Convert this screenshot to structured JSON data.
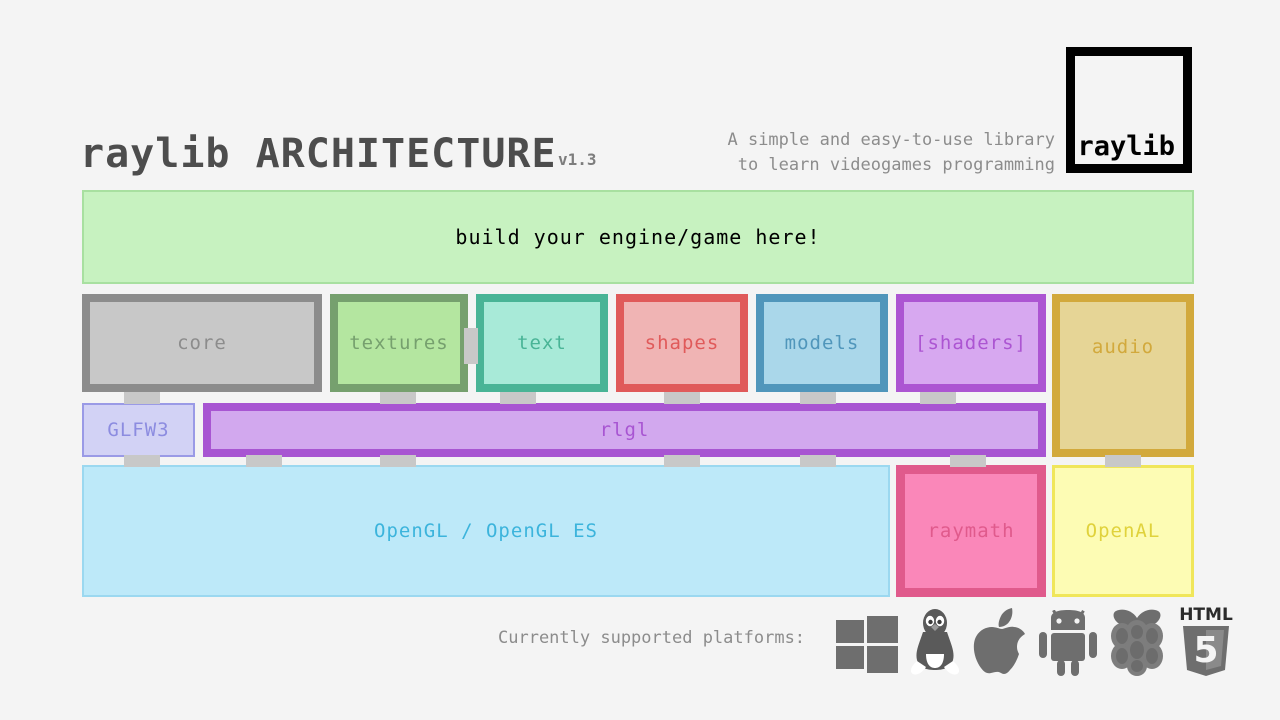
{
  "page": {
    "background": "#f4f4f4",
    "title_main": "raylib ARCHITECTURE",
    "version": "v1.3"
  },
  "header": {
    "tagline_line1": "A simple and easy-to-use library",
    "tagline_line2": "to learn videogames programming",
    "logo_text": "raylib",
    "logo_border_color": "#000000"
  },
  "banner": {
    "label": "build your engine/game here!",
    "fill": "#c7f2c0",
    "border": "#a8e0a0",
    "text_color": "#86c98a"
  },
  "modules": [
    {
      "label": "core",
      "border": "#8c8c8c",
      "fill": "#c8c8c8",
      "text": "#8c8c8c"
    },
    {
      "label": "textures",
      "border": "#76a06e",
      "fill": "#b4e6a0",
      "text": "#76a06e"
    },
    {
      "label": "text",
      "border": "#49b496",
      "fill": "#a8ead8",
      "text": "#49b496"
    },
    {
      "label": "shapes",
      "border": "#e05a5a",
      "fill": "#f0b4b4",
      "text": "#e05a5a"
    },
    {
      "label": "models",
      "border": "#5096bb",
      "fill": "#aad7ea",
      "text": "#5096bb"
    },
    {
      "label": "[shaders]",
      "border": "#ac55d2",
      "fill": "#d7a8f0",
      "text": "#ac55d2"
    },
    {
      "label": "audio",
      "border": "#d2a93c",
      "fill": "#e6d596",
      "text": "#d2a93c"
    }
  ],
  "layer_mid": [
    {
      "label": "GLFW3",
      "border": "#9a9ae6",
      "fill": "#d2d2f5",
      "text": "#8c8ce0"
    },
    {
      "label": "rlgl",
      "border": "#a855d2",
      "fill": "#d2a8ee",
      "text": "#a855d2"
    }
  ],
  "layer_bottom": [
    {
      "label": "OpenGL / OpenGL ES",
      "border": "#9bd8f0",
      "fill": "#bde9f9",
      "text": "#3cb4dc"
    },
    {
      "label": "raymath",
      "border": "#e05a8c",
      "fill": "#fa87b9",
      "text": "#e05a8c"
    },
    {
      "label": "OpenAL",
      "border": "#f0e65a",
      "fill": "#fdfcb4",
      "text": "#e0d23c"
    }
  ],
  "footer": {
    "platforms_label": "Currently supported platforms:",
    "icons": [
      {
        "name": "windows-icon",
        "title": "Windows"
      },
      {
        "name": "linux-tux-icon",
        "title": "Linux"
      },
      {
        "name": "apple-icon",
        "title": "macOS"
      },
      {
        "name": "android-icon",
        "title": "Android"
      },
      {
        "name": "raspberry-pi-icon",
        "title": "Raspberry Pi"
      },
      {
        "name": "html5-icon",
        "title": "HTML5"
      }
    ],
    "html5_word": "HTML",
    "html5_digit": "5",
    "icon_color": "#6e6e6e"
  },
  "connectors": {
    "color": "#c8c8c8",
    "count": 14
  }
}
